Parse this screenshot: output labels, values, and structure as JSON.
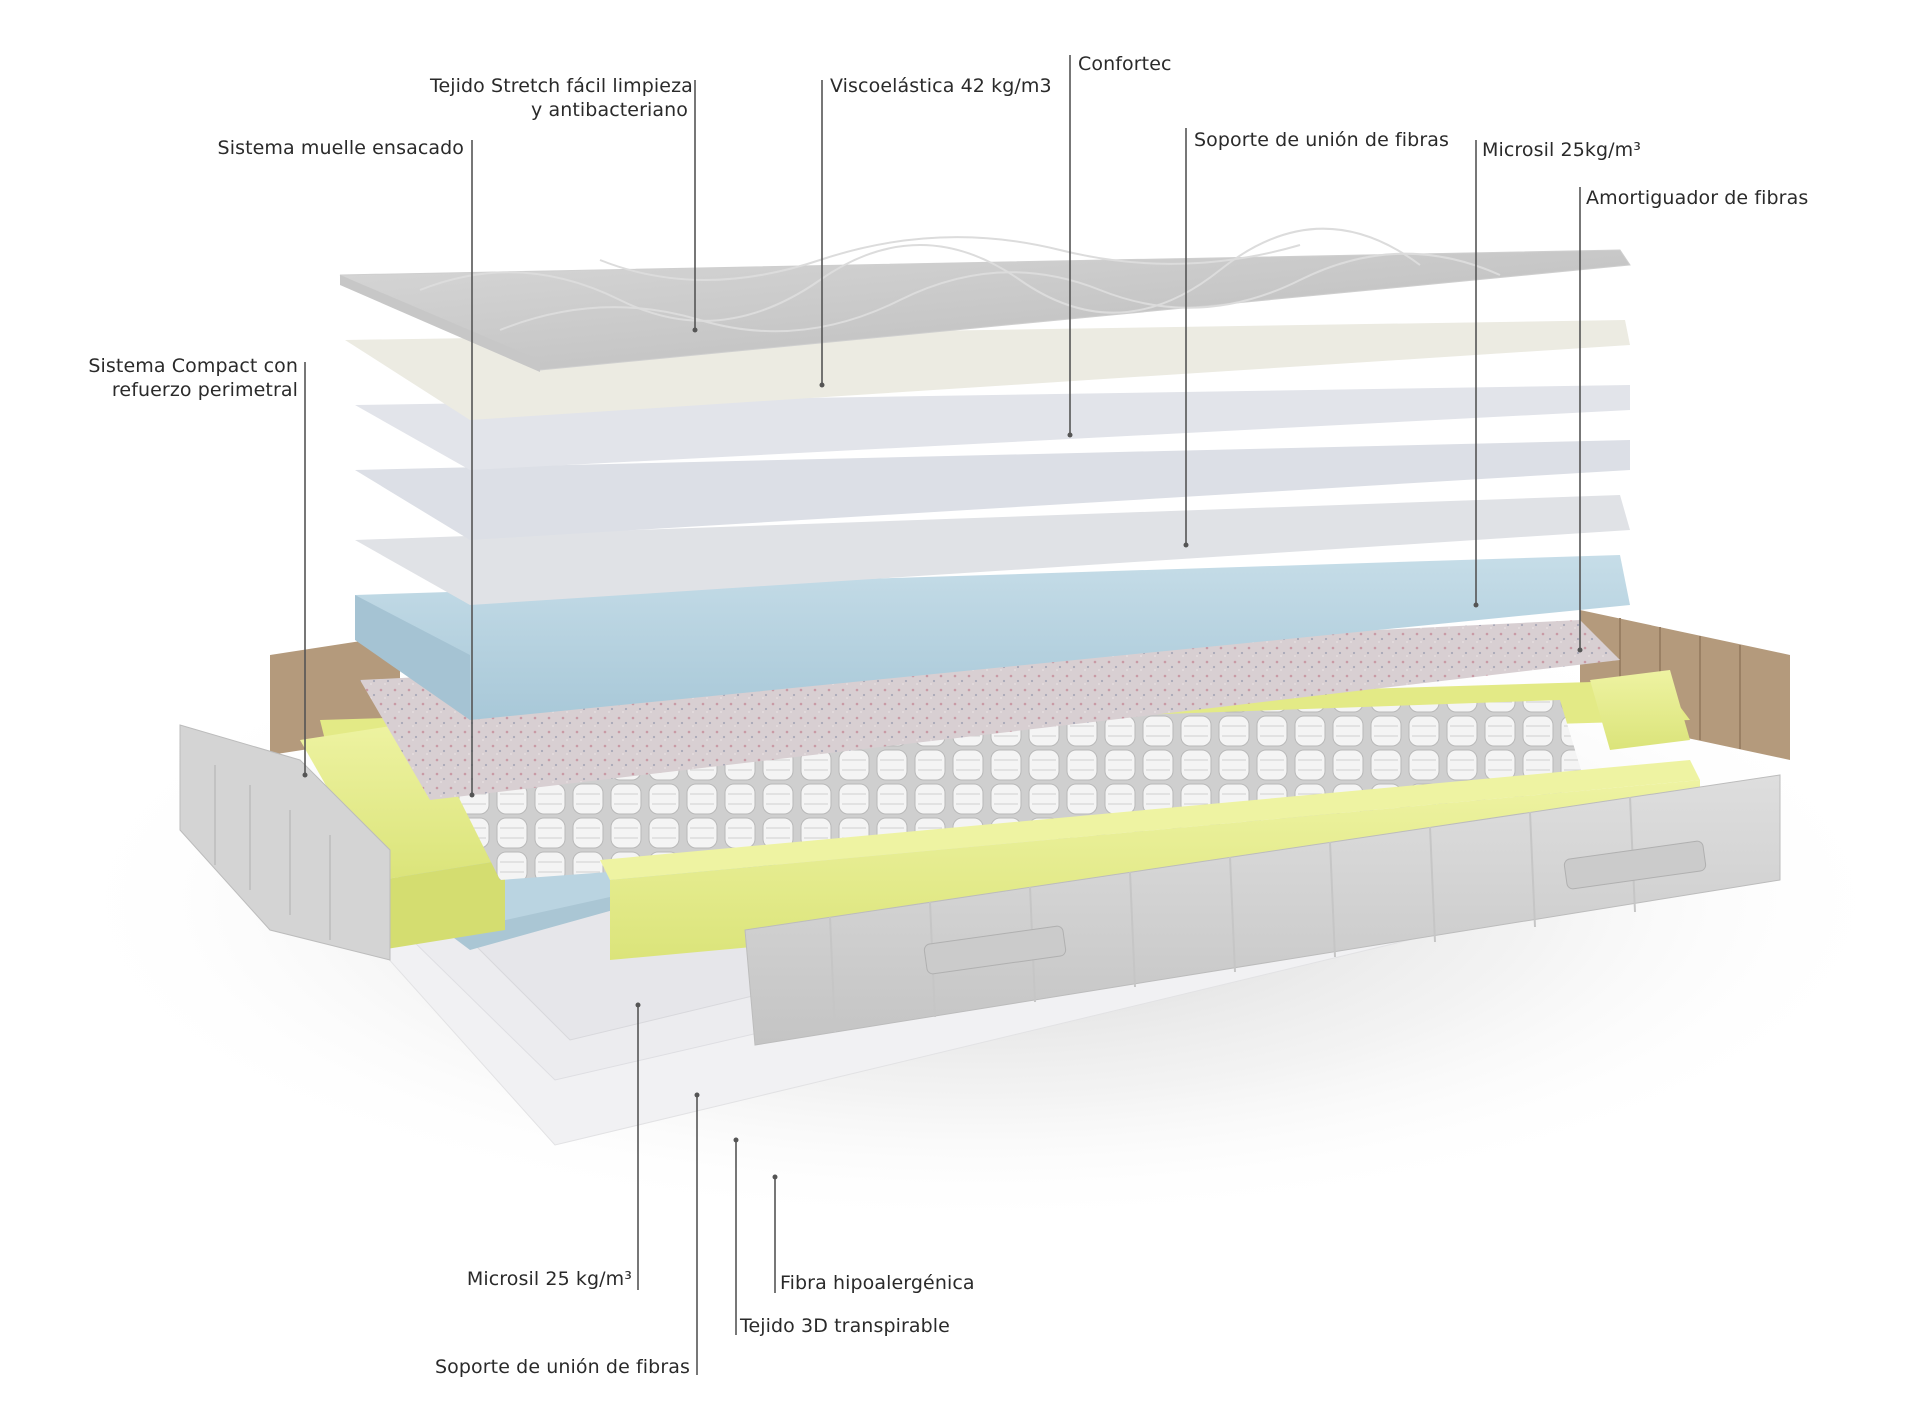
{
  "labels": {
    "tejido_stretch": [
      "Tejido Stretch fácil limpieza",
      "y antibacteriano"
    ],
    "visco": "Viscoelástica 42 kg/m3",
    "confortec": "Confortec",
    "soporte_top": "Soporte de unión de fibras",
    "microsil_top": "Microsil 25kg/m³",
    "amortiguador": "Amortiguador de fibras",
    "sistema_muelle": "Sistema muelle ensacado",
    "sistema_compact": [
      "Sistema Compact con",
      "refuerzo perimetral"
    ],
    "microsil_bottom": "Microsil 25 kg/m³",
    "fibra_hipo": "Fibra hipoalergénica",
    "tejido_3d": "Tejido 3D transpirable",
    "soporte_bottom": "Soporte de unión de fibras"
  },
  "colors": {
    "quilt_top": "#c9c9c9",
    "confortec": "#ecebe2",
    "foam_layer": "#e6e8ec",
    "fiber_support": "#dfe2e7",
    "microsil_blue": "#b7d3e0",
    "amortiguador": "#d9d0d2",
    "yellow_foam": "#e6ec8e",
    "side_fabric": "#d3d3d3",
    "brown_panel": "#b49a7c",
    "leader_line": "#555555"
  }
}
